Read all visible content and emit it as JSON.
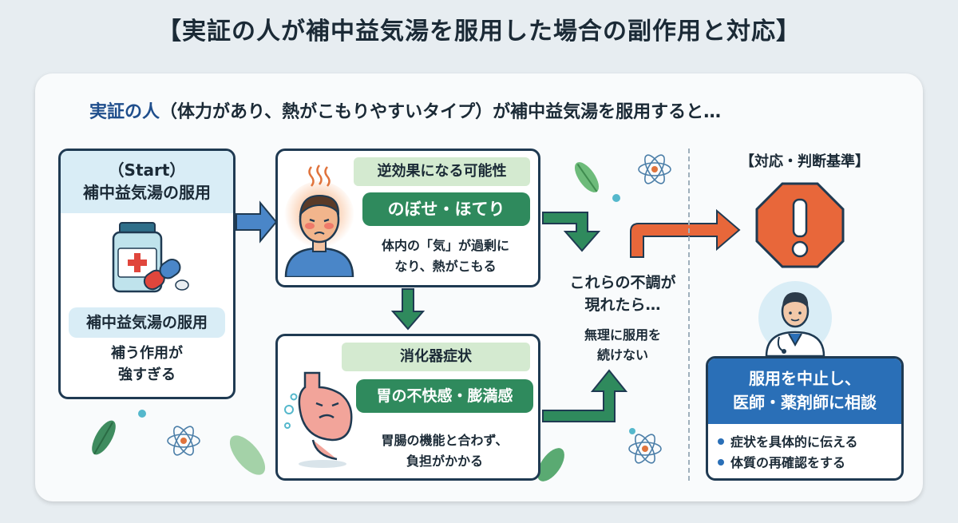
{
  "title": "【実証の人が補中益気湯を服用した場合の副作用と対応】",
  "subtitle": {
    "highlight": "実証の人",
    "rest": "（体力があり、熱がこもりやすいタイプ）が補中益気湯を服用すると…"
  },
  "start": {
    "label": "（Start）",
    "head": "補中益気湯の服用",
    "pill": "補中益気湯の服用",
    "desc_line1": "補う作用が",
    "desc_line2": "強すぎる"
  },
  "effect1": {
    "head": "逆効果になる可能性",
    "symptom": "のぼせ・ほてり",
    "desc_line1": "体内の「気」が過剰に",
    "desc_line2": "なり、熱がこもる"
  },
  "effect2": {
    "head": "消化器症状",
    "symptom": "胃の不快感・膨満感",
    "desc_line1": "胃腸の機能と合わず、",
    "desc_line2": "負担がかかる"
  },
  "middle": {
    "line1": "これらの不調が",
    "line2": "現れたら…",
    "note1": "無理に服用を",
    "note2": "続けない"
  },
  "response": {
    "head": "【対応・判断基準】",
    "advice_line1": "服用を中止し、",
    "advice_line2": "医師・薬剤師に相談",
    "items": [
      "症状を具体的に伝える",
      "体質の再確認をする"
    ]
  },
  "icons": {
    "warning": "exclamation-octagon-icon",
    "doctor": "doctor-icon",
    "medicine": "medicine-bottle-icon",
    "person": "flushed-person-icon",
    "stomach": "upset-stomach-icon"
  },
  "colors": {
    "accent_blue": "#2a6fb7",
    "accent_green": "#2f8a5d",
    "warning_orange": "#e8673a",
    "outline": "#1f3a52"
  }
}
